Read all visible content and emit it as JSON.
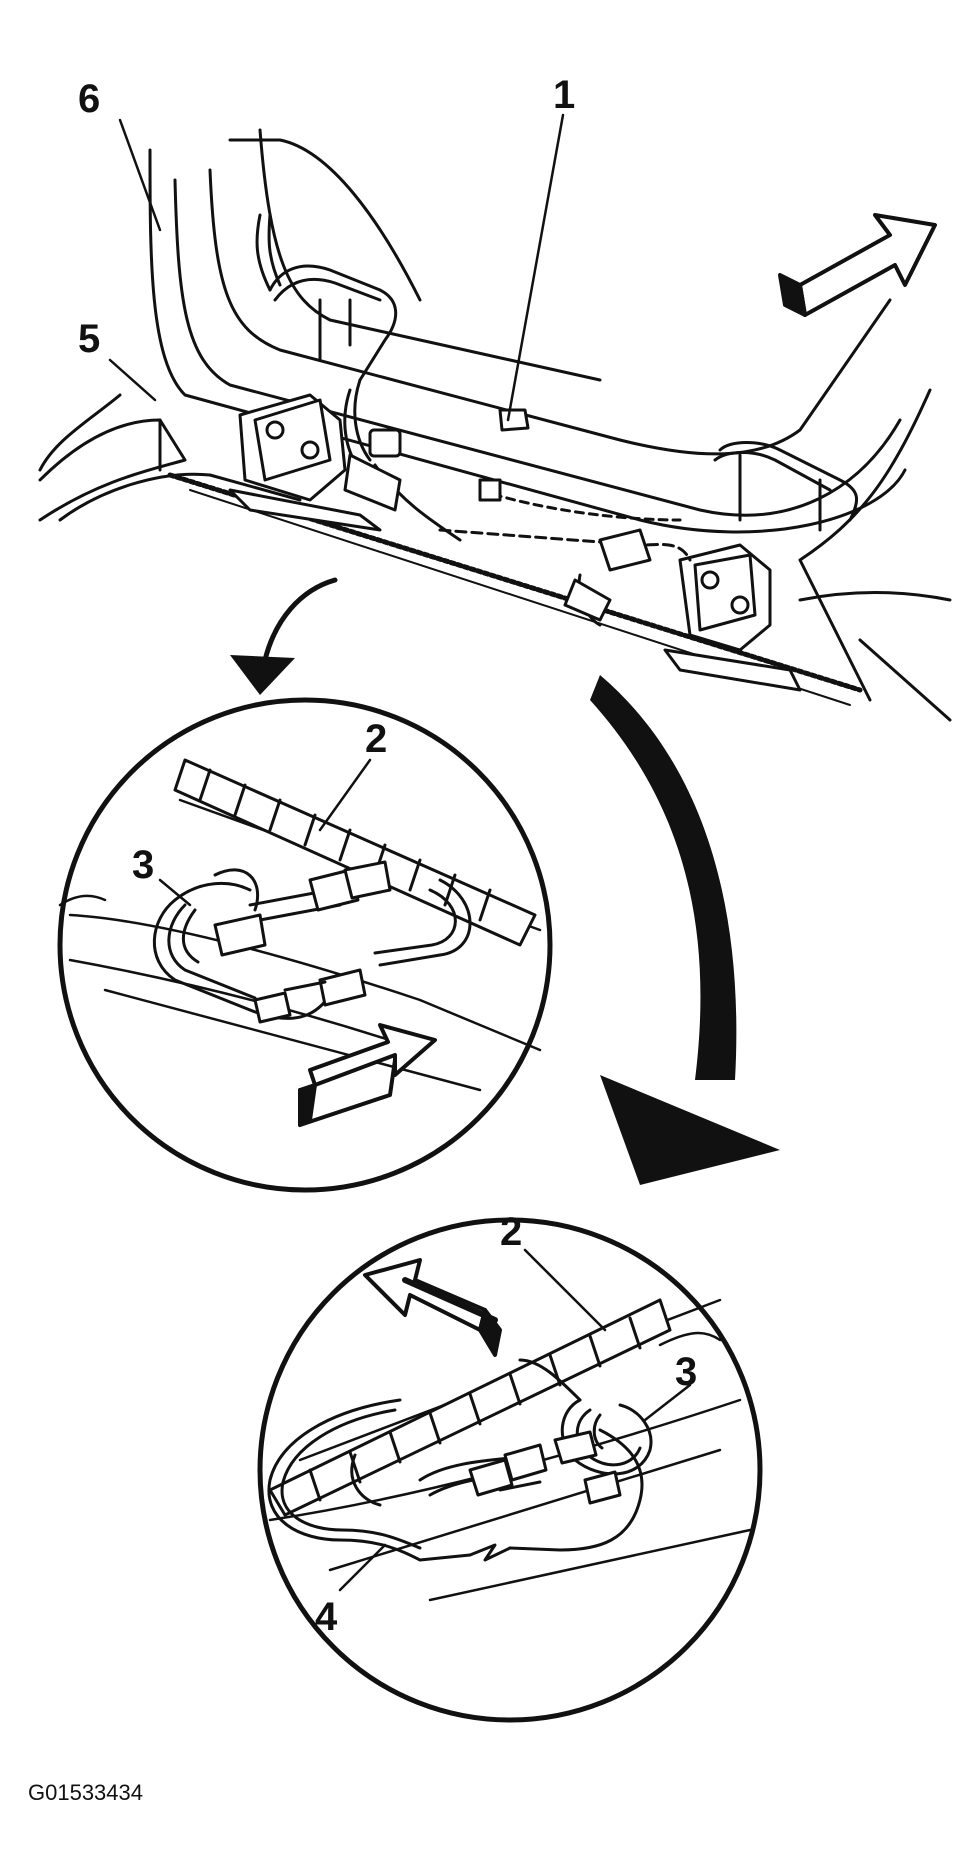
{
  "figure_id": "G01533434",
  "callouts": {
    "main": {
      "c1": "1",
      "c5": "5",
      "c6": "6"
    },
    "detail_upper": {
      "c2": "2",
      "c3": "3"
    },
    "detail_lower": {
      "c2": "2",
      "c3": "3",
      "c4": "4"
    }
  },
  "colors": {
    "ink": "#111111",
    "background": "#ffffff"
  }
}
